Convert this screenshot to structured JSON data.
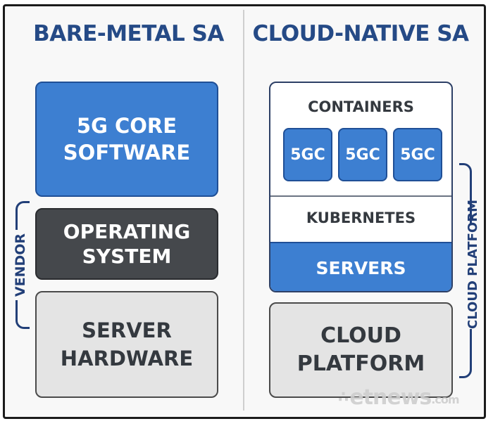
{
  "left": {
    "title": "BARE-METAL SA",
    "layers": {
      "software": "5G CORE\nSOFTWARE",
      "os": "OPERATING\nSYSTEM",
      "hardware": "SERVER\nHARDWARE"
    },
    "bracket_label": "VENDOR"
  },
  "right": {
    "title": "CLOUD-NATIVE SA",
    "containers_label": "CONTAINERS",
    "container_chips": [
      "5GC",
      "5GC",
      "5GC"
    ],
    "kubernetes_label": "KUBERNETES",
    "servers_label": "SERVERS",
    "platform": "CLOUD\nPLATFORM",
    "bracket_label": "CLOUD PLATFORM"
  },
  "watermark": {
    "text": "etnews",
    "suffix": ".com"
  },
  "colors": {
    "heading": "#254a86",
    "blue_layer": "#3d7fd1",
    "dark_layer": "#45484c",
    "grey_layer": "#e4e4e4",
    "bracket": "#223f78"
  }
}
